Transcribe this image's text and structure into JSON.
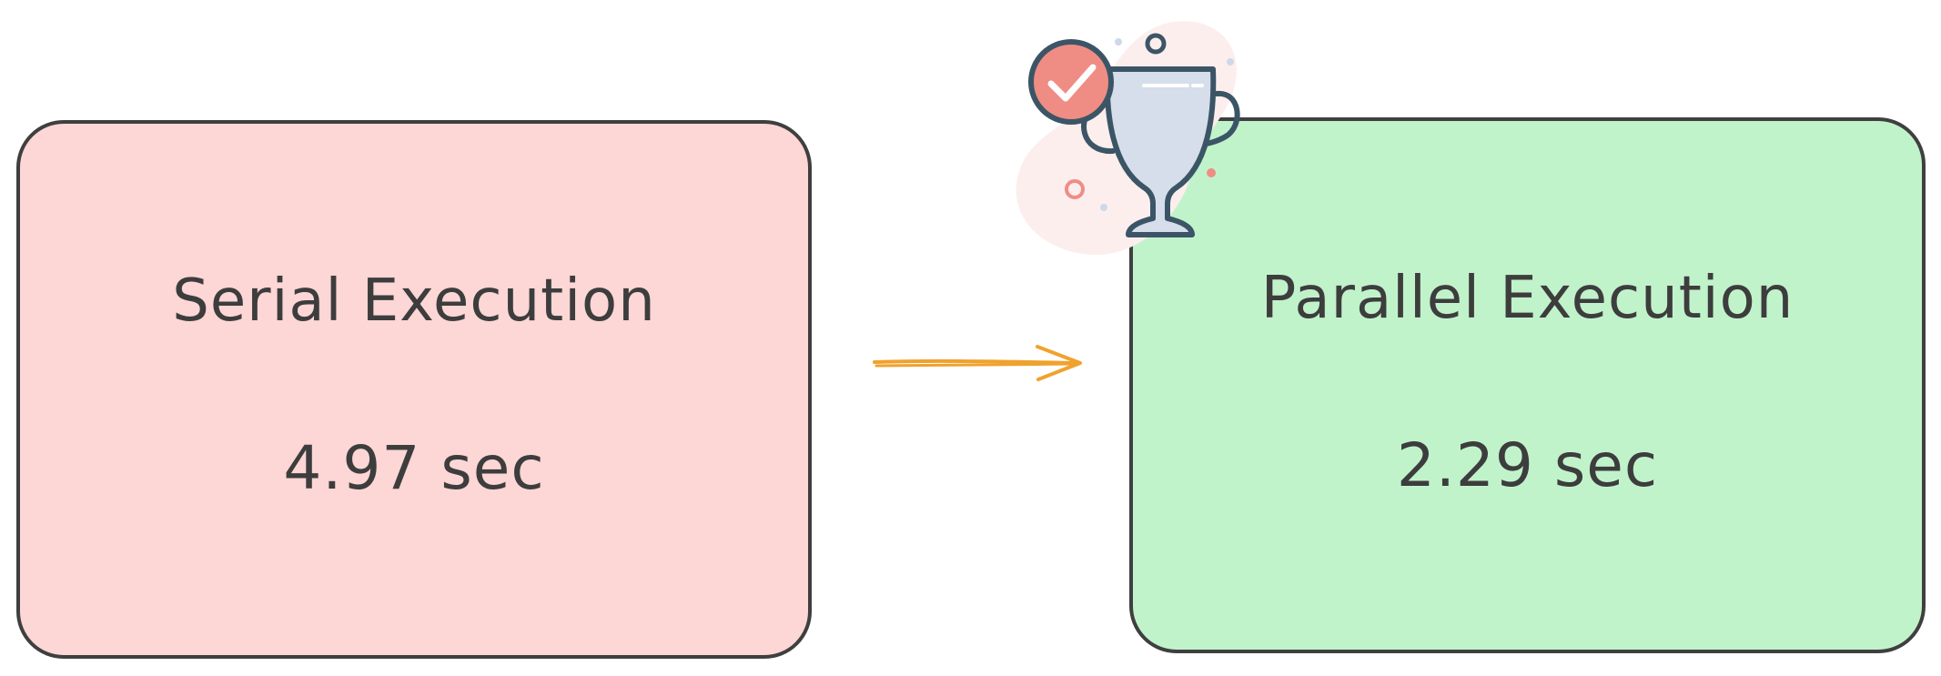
{
  "colors": {
    "serial_fill": "#fdd6d6",
    "parallel_fill": "#c1f3cb",
    "border": "#3f3f3f",
    "text": "#3d3d3d",
    "arrow": "#f0a22e",
    "trophy_cup": "#d5deea",
    "trophy_outline": "#3c5566",
    "badge": "#ef8d84"
  },
  "serial": {
    "title": "Serial Execution",
    "value": "4.97 sec"
  },
  "parallel": {
    "title": "Parallel Execution",
    "value": "2.29 sec"
  },
  "icons": {
    "arrow": "right-arrow-icon",
    "trophy": "trophy-icon",
    "check": "check-badge-icon"
  }
}
